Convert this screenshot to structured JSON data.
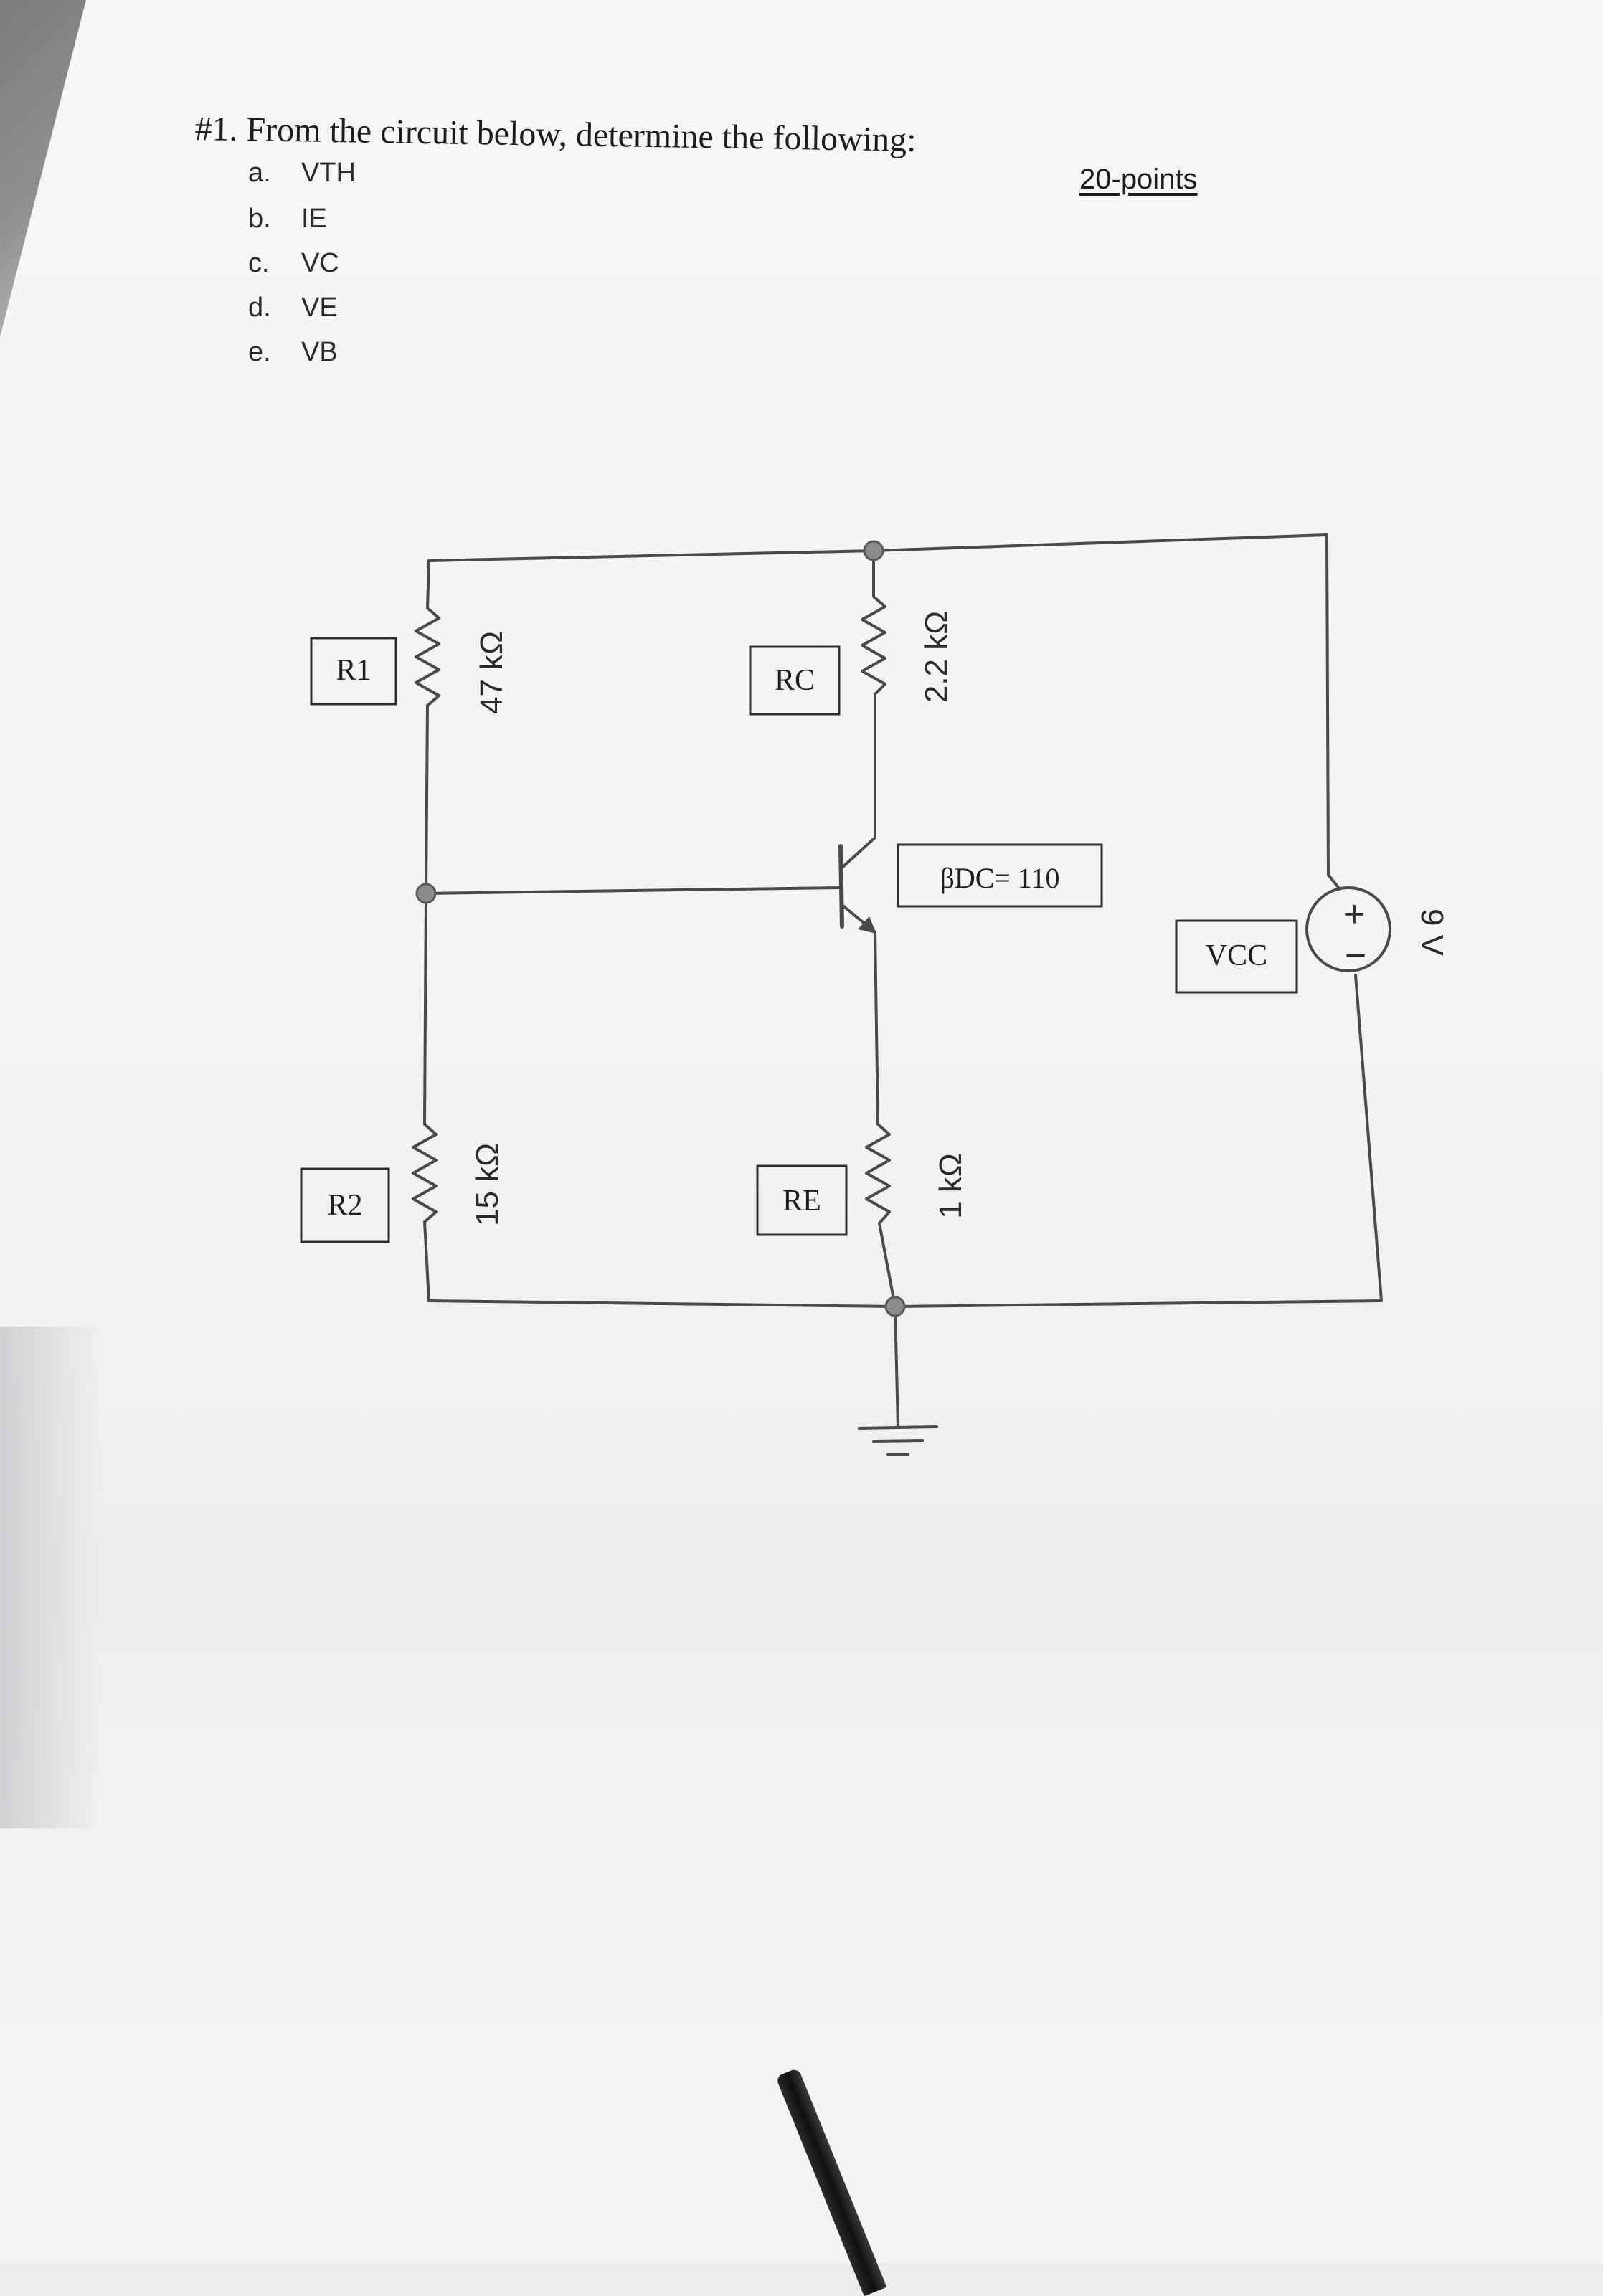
{
  "question": {
    "title": "#1. From the circuit below, determine the following:",
    "points": "20-points",
    "items": [
      {
        "label": "a.",
        "text": "VTH"
      },
      {
        "label": "b.",
        "text": "IE"
      },
      {
        "label": "c.",
        "text": "VC"
      },
      {
        "label": "d.",
        "text": "VE"
      },
      {
        "label": "e.",
        "text": "VB"
      }
    ]
  },
  "circuit": {
    "r1": {
      "name": "R1",
      "value": "47 kΩ"
    },
    "r2": {
      "name": "R2",
      "value": "15 kΩ"
    },
    "rc": {
      "name": "RC",
      "value": "2.2 kΩ"
    },
    "re": {
      "name": "RE",
      "value": "1 kΩ"
    },
    "beta": "βDC= 110",
    "vcc": {
      "name": "VCC",
      "value": "9 V",
      "plus": "+",
      "minus": "−"
    }
  }
}
